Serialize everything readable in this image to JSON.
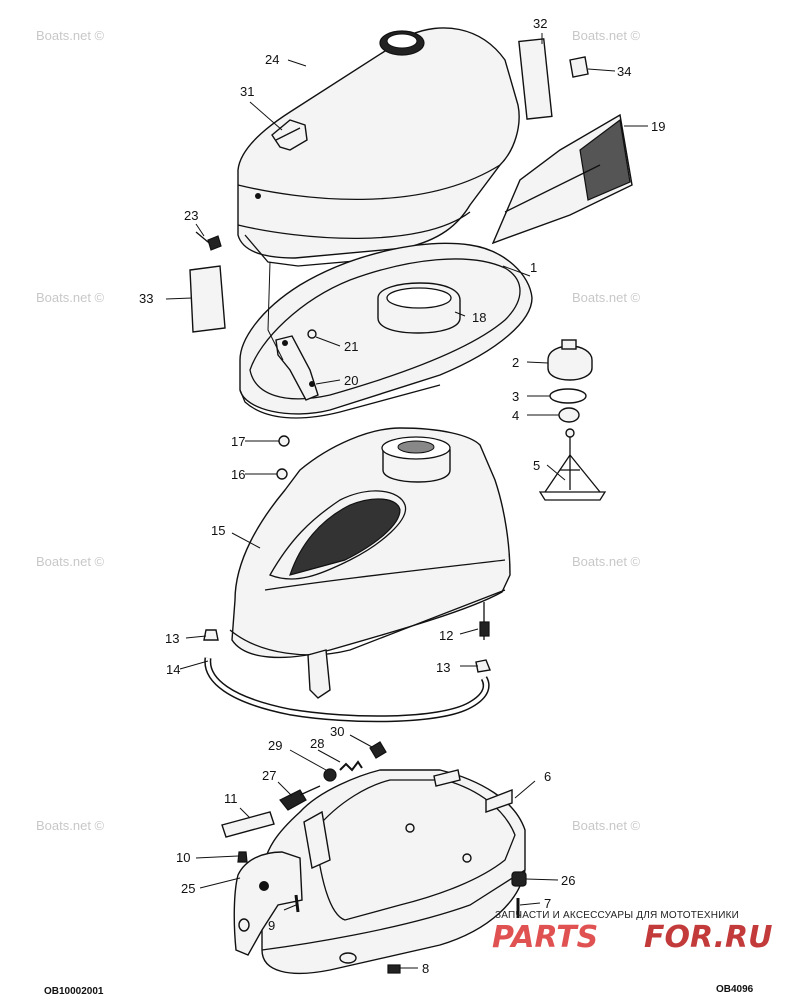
{
  "watermark": "Boats.net ©",
  "callouts": [
    "1",
    "2",
    "3",
    "4",
    "5",
    "6",
    "7",
    "8",
    "9",
    "10",
    "11",
    "12",
    "13",
    "13",
    "14",
    "15",
    "16",
    "17",
    "18",
    "19",
    "20",
    "21",
    "23",
    "24",
    "25",
    "26",
    "27",
    "28",
    "29",
    "30",
    "31",
    "32",
    "33",
    "34"
  ],
  "codes": {
    "left": "OB10002001",
    "right": "OB4096"
  },
  "brand": {
    "tagline": "ЗАПЧАСТИ И АКСЕССУАРЫ ДЛЯ МОТОТЕХНИКИ",
    "logo_main": "PARTS",
    "logo_tail": "FOR.RU",
    "colors": {
      "logo": "#e05252",
      "logo_dark": "#c23a3a"
    }
  }
}
